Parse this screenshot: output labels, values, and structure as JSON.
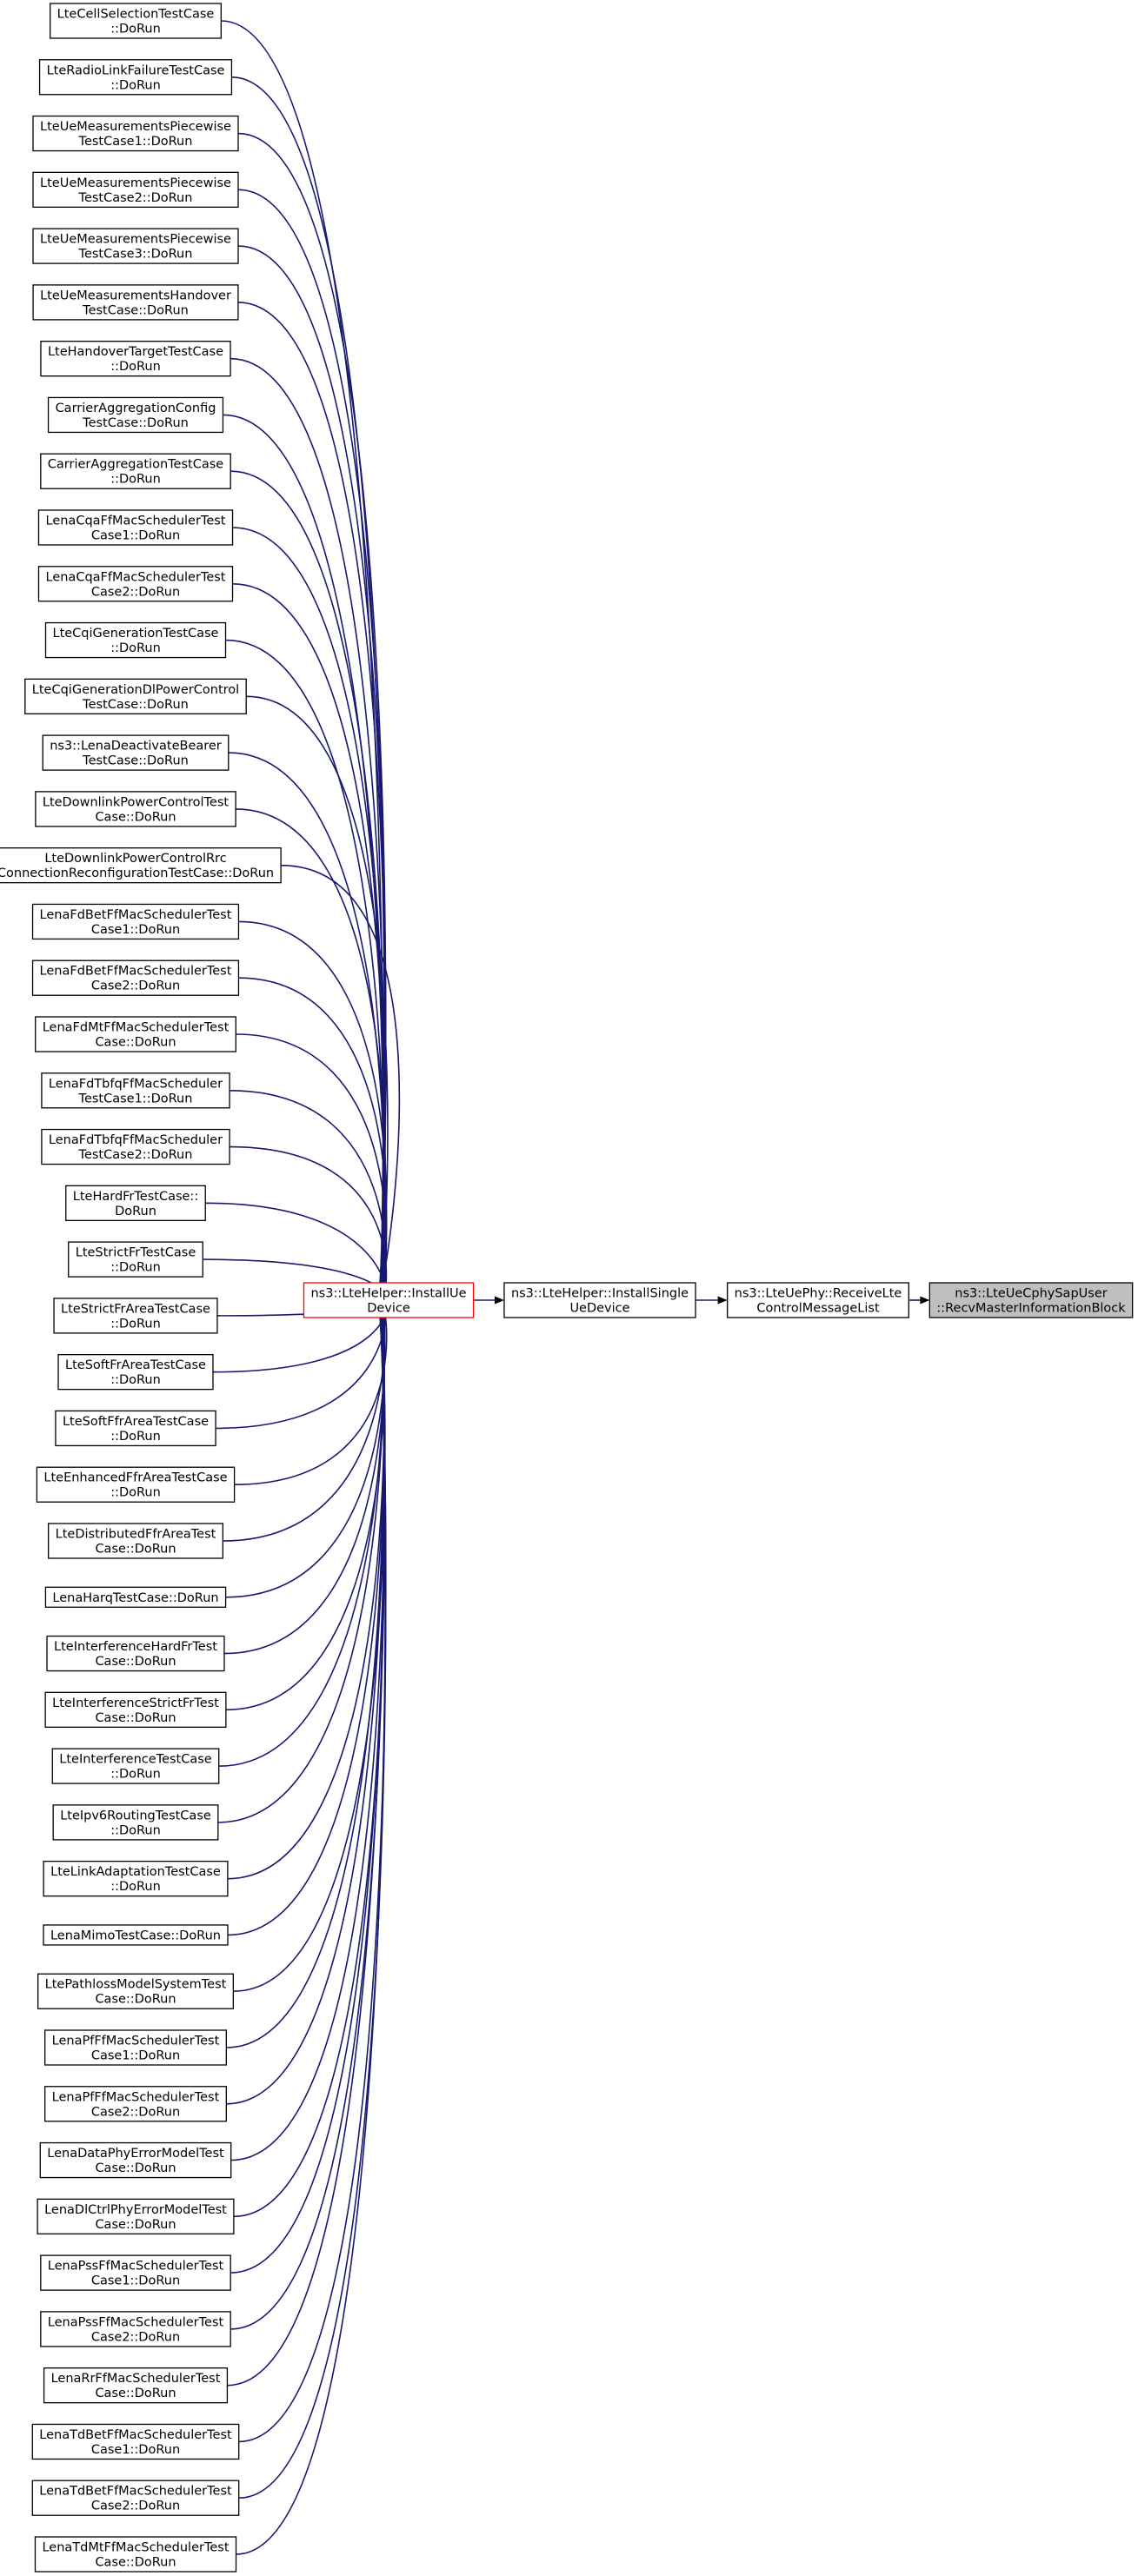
{
  "colors": {
    "edge": "#191970",
    "highlight_border": "#ff0000",
    "target_fill": "#bfbfbf"
  },
  "chain": [
    {
      "id": "install_ue_device",
      "lines": [
        "ns3::LteHelper::InstallUe",
        "Device"
      ]
    },
    {
      "id": "install_single_ue_device",
      "lines": [
        "ns3::LteHelper::InstallSingle",
        "UeDevice"
      ]
    },
    {
      "id": "receive_control_message_list",
      "lines": [
        "ns3::LteUePhy::ReceiveLte",
        "ControlMessageList"
      ]
    },
    {
      "id": "recv_master_information_block",
      "lines": [
        "ns3::LteUeCphySapUser",
        "::RecvMasterInformationBlock"
      ]
    }
  ],
  "callers": [
    {
      "lines": [
        "LteCellSelectionTestCase",
        "::DoRun"
      ]
    },
    {
      "lines": [
        "LteRadioLinkFailureTestCase",
        "::DoRun"
      ]
    },
    {
      "lines": [
        "LteUeMeasurementsPiecewise",
        "TestCase1::DoRun"
      ]
    },
    {
      "lines": [
        "LteUeMeasurementsPiecewise",
        "TestCase2::DoRun"
      ]
    },
    {
      "lines": [
        "LteUeMeasurementsPiecewise",
        "TestCase3::DoRun"
      ]
    },
    {
      "lines": [
        "LteUeMeasurementsHandover",
        "TestCase::DoRun"
      ]
    },
    {
      "lines": [
        "LteHandoverTargetTestCase",
        "::DoRun"
      ]
    },
    {
      "lines": [
        "CarrierAggregationConfig",
        "TestCase::DoRun"
      ]
    },
    {
      "lines": [
        "CarrierAggregationTestCase",
        "::DoRun"
      ]
    },
    {
      "lines": [
        "LenaCqaFfMacSchedulerTest",
        "Case1::DoRun"
      ]
    },
    {
      "lines": [
        "LenaCqaFfMacSchedulerTest",
        "Case2::DoRun"
      ]
    },
    {
      "lines": [
        "LteCqiGenerationTestCase",
        "::DoRun"
      ]
    },
    {
      "lines": [
        "LteCqiGenerationDlPowerControl",
        "TestCase::DoRun"
      ]
    },
    {
      "lines": [
        "ns3::LenaDeactivateBearer",
        "TestCase::DoRun"
      ]
    },
    {
      "lines": [
        "LteDownlinkPowerControlTest",
        "Case::DoRun"
      ]
    },
    {
      "lines": [
        "LteDownlinkPowerControlRrc",
        "ConnectionReconfigurationTestCase::DoRun"
      ]
    },
    {
      "lines": [
        "LenaFdBetFfMacSchedulerTest",
        "Case1::DoRun"
      ]
    },
    {
      "lines": [
        "LenaFdBetFfMacSchedulerTest",
        "Case2::DoRun"
      ]
    },
    {
      "lines": [
        "LenaFdMtFfMacSchedulerTest",
        "Case::DoRun"
      ]
    },
    {
      "lines": [
        "LenaFdTbfqFfMacScheduler",
        "TestCase1::DoRun"
      ]
    },
    {
      "lines": [
        "LenaFdTbfqFfMacScheduler",
        "TestCase2::DoRun"
      ]
    },
    {
      "lines": [
        "LteHardFrTestCase::",
        "DoRun"
      ]
    },
    {
      "lines": [
        "LteStrictFrTestCase",
        "::DoRun"
      ]
    },
    {
      "lines": [
        "LteStrictFrAreaTestCase",
        "::DoRun"
      ]
    },
    {
      "lines": [
        "LteSoftFrAreaTestCase",
        "::DoRun"
      ]
    },
    {
      "lines": [
        "LteSoftFfrAreaTestCase",
        "::DoRun"
      ]
    },
    {
      "lines": [
        "LteEnhancedFfrAreaTestCase",
        "::DoRun"
      ]
    },
    {
      "lines": [
        "LteDistributedFfrAreaTest",
        "Case::DoRun"
      ]
    },
    {
      "lines": [
        "LenaHarqTestCase::DoRun"
      ]
    },
    {
      "lines": [
        "LteInterferenceHardFrTest",
        "Case::DoRun"
      ]
    },
    {
      "lines": [
        "LteInterferenceStrictFrTest",
        "Case::DoRun"
      ]
    },
    {
      "lines": [
        "LteInterferenceTestCase",
        "::DoRun"
      ]
    },
    {
      "lines": [
        "LteIpv6RoutingTestCase",
        "::DoRun"
      ]
    },
    {
      "lines": [
        "LteLinkAdaptationTestCase",
        "::DoRun"
      ]
    },
    {
      "lines": [
        "LenaMimoTestCase::DoRun"
      ]
    },
    {
      "lines": [
        "LtePathlossModelSystemTest",
        "Case::DoRun"
      ]
    },
    {
      "lines": [
        "LenaPfFfMacSchedulerTest",
        "Case1::DoRun"
      ]
    },
    {
      "lines": [
        "LenaPfFfMacSchedulerTest",
        "Case2::DoRun"
      ]
    },
    {
      "lines": [
        "LenaDataPhyErrorModelTest",
        "Case::DoRun"
      ]
    },
    {
      "lines": [
        "LenaDlCtrlPhyErrorModelTest",
        "Case::DoRun"
      ]
    },
    {
      "lines": [
        "LenaPssFfMacSchedulerTest",
        "Case1::DoRun"
      ]
    },
    {
      "lines": [
        "LenaPssFfMacSchedulerTest",
        "Case2::DoRun"
      ]
    },
    {
      "lines": [
        "LenaRrFfMacSchedulerTest",
        "Case::DoRun"
      ]
    },
    {
      "lines": [
        "LenaTdBetFfMacSchedulerTest",
        "Case1::DoRun"
      ]
    },
    {
      "lines": [
        "LenaTdBetFfMacSchedulerTest",
        "Case2::DoRun"
      ]
    },
    {
      "lines": [
        "LenaTdMtFfMacSchedulerTest",
        "Case::DoRun"
      ]
    }
  ]
}
